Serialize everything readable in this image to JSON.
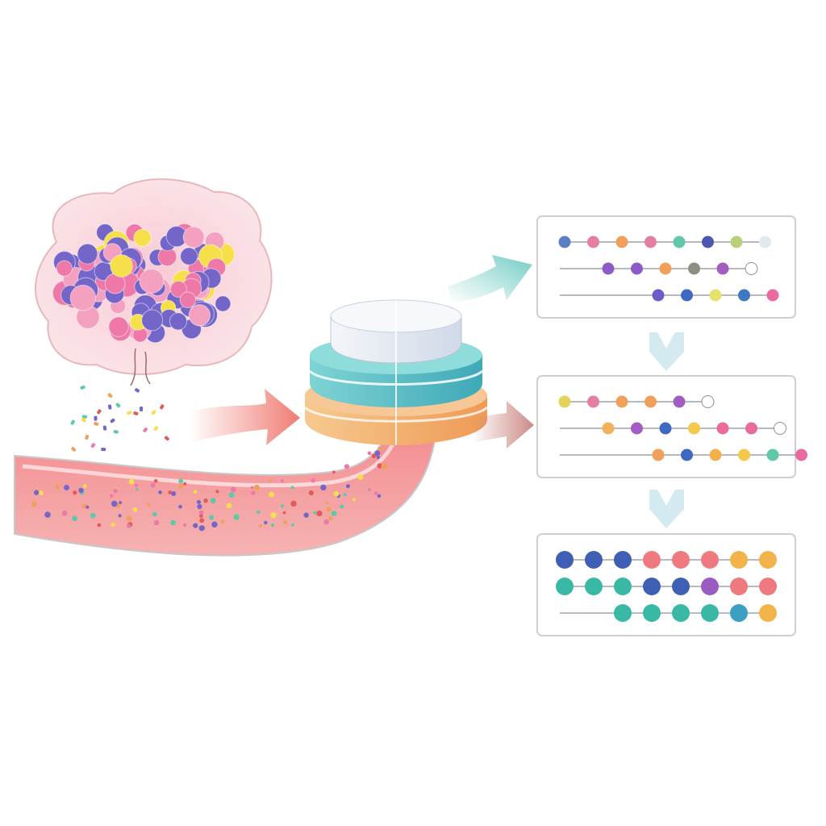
{
  "colors": {
    "background": "#ffffff",
    "tissue_fill": "#fbe3e6",
    "tissue_stroke": "#eab8bf",
    "cell_purple": "#7466c9",
    "cell_pink": "#ee79a8",
    "cell_yellow": "#f6e04a",
    "vessel_fill": "#f19a9c",
    "vessel_stroke": "#c9c9c9",
    "arrow_red": "#f07b73",
    "arrow_teal": "#88d4cc",
    "arrow_brown": "#cc8a85",
    "disk_top": "#e9eef5",
    "disk_teal": "#5bc3c9",
    "disk_orange": "#f2a86a",
    "panel_stroke": "#cfcfcf",
    "down_arrow": "#cfe7ec"
  },
  "diagram": {
    "tissue": {
      "icon": "tissue-cluster"
    },
    "vessel": {
      "icon": "blood-vessel"
    },
    "stack": {
      "icon": "layered-disk-stack",
      "layers": [
        "top",
        "teal",
        "orange"
      ]
    },
    "panels": [
      {
        "rows": [
          [
            "#5a7fc4",
            "#e57ea3",
            "#f0a05a",
            "#e57ea3",
            "#5fc8a8",
            "#4e56b4",
            "#b9d07a",
            "#dfe9ee"
          ],
          [
            "#8b5cc7",
            "#8b5cc7",
            "#f0a05a",
            "#8a8f80",
            "#a35cc2",
            "#ffffff"
          ],
          [
            "#6b5cc7",
            "#3e68c2",
            "#e4e26a",
            "#3e78c2",
            "#e96aa0"
          ]
        ]
      },
      {
        "rows": [
          [
            "#e2d35a",
            "#e57ea3",
            "#f0a05a",
            "#f0a05a",
            "#a35cc2",
            "#ffffff"
          ],
          [
            "#f2b05a",
            "#a35cc2",
            "#3e68c2",
            "#f5c84a",
            "#e96a9b",
            "#e96a9b",
            "#ffffff"
          ],
          [
            "#f0a05a",
            "#3e68c2",
            "#f5b04a",
            "#f5c84a",
            "#5fc8a8",
            "#e96aa0"
          ]
        ]
      },
      {
        "rows": [
          [
            "#3e5fb4",
            "#3e5fb4",
            "#3e5fb4",
            "#ee7a80",
            "#ee7a80",
            "#ee7a80",
            "#f2b34a",
            "#f2b34a"
          ],
          [
            "#3ab8a6",
            "#3ab8a6",
            "#3ab8a6",
            "#3e5fb4",
            "#3e5fb4",
            "#9a5cc2",
            "#ee7a80",
            "#ee7a80"
          ],
          [
            "#3ab8a6",
            "#3ab8a6",
            "#3ab8a6",
            "#3ab8a6",
            "#3e9fc4",
            "#f2b34a"
          ]
        ]
      }
    ]
  }
}
